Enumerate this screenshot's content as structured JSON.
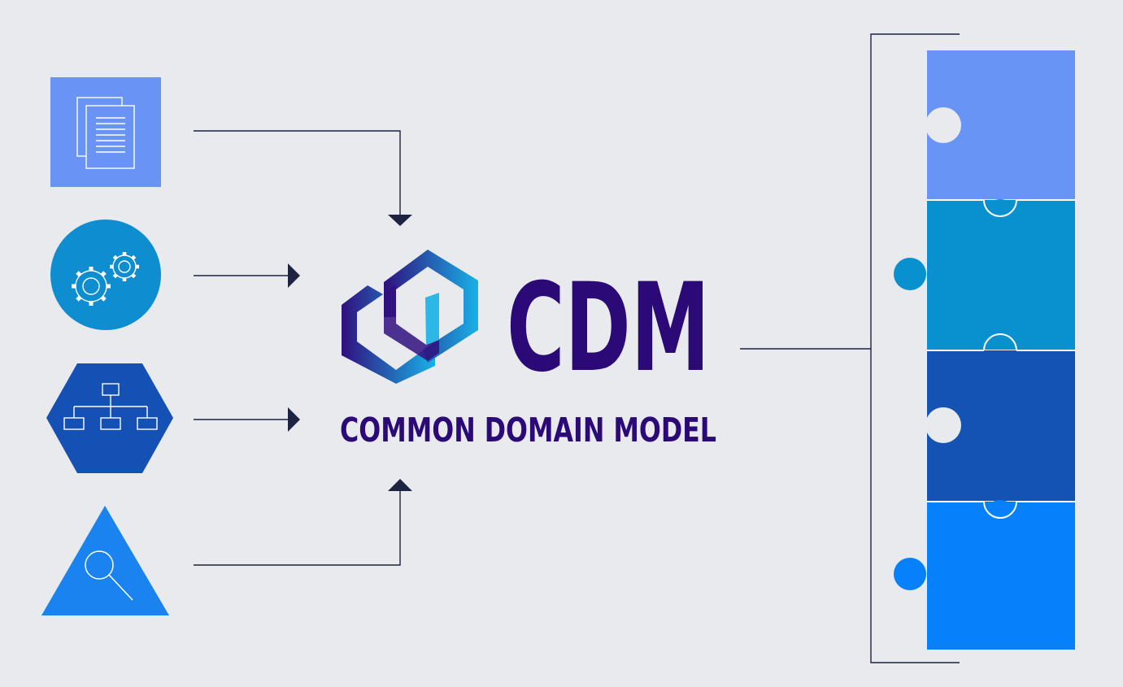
{
  "logo": {
    "title": "CDM",
    "subtitle": "COMMON DOMAIN MODEL"
  },
  "inputs": [
    {
      "name": "documents",
      "icon": "documents-icon",
      "shape": "square"
    },
    {
      "name": "processes",
      "icon": "gears-icon",
      "shape": "circle"
    },
    {
      "name": "hierarchy",
      "icon": "org-chart-icon",
      "shape": "hexagon"
    },
    {
      "name": "search",
      "icon": "magnifier-icon",
      "shape": "triangle"
    }
  ],
  "puzzle": {
    "pieces": 4
  },
  "colors": {
    "background": "#e8eaed",
    "connector": "#1d2340",
    "square": "#6994f5",
    "circle": "#0e8ed1",
    "hexagon": "#1550b4",
    "triangle": "#1a83f0",
    "title": "#2b0a78",
    "gradient_start": "#30107f",
    "gradient_end": "#18b1e6",
    "puzzle": [
      "#6894f5",
      "#0890cf",
      "#1452b3",
      "#0680fb"
    ]
  }
}
